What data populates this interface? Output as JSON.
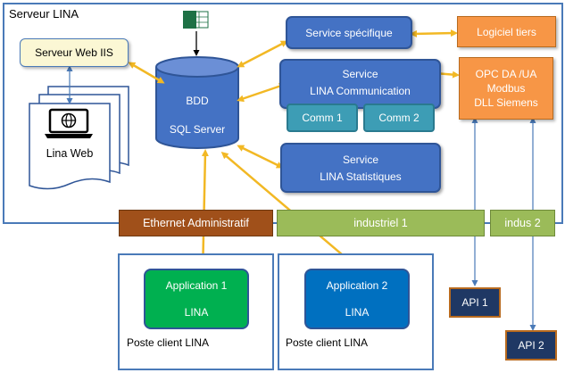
{
  "server": {
    "title": "Serveur LINA"
  },
  "webserver": {
    "label": "Serveur Web IIS"
  },
  "linaweb": {
    "label": "Lina Web"
  },
  "database": {
    "line1": "BDD",
    "line2": "SQL Server"
  },
  "service_specifique": {
    "label": "Service spécifique"
  },
  "service_comm": {
    "line1": "Service",
    "line2": "LINA Communication"
  },
  "comm1": {
    "label": "Comm 1"
  },
  "comm2": {
    "label": "Comm 2"
  },
  "service_stats": {
    "line1": "Service",
    "line2": "LINA Statistiques"
  },
  "logiciel_tiers": {
    "label": "Logiciel tiers"
  },
  "protocols": {
    "line1": "OPC DA /UA",
    "line2": "Modbus",
    "line3": "DLL Siemens"
  },
  "networks": {
    "ethernet_admin": "Ethernet Administratif",
    "industriel1": "industriel 1",
    "indus2": "indus 2"
  },
  "clients": [
    {
      "app_line1": "Application 1",
      "app_line2": "LINA",
      "label": "Poste client LINA"
    },
    {
      "app_line1": "Application 2",
      "app_line2": "LINA",
      "label": "Poste client LINA"
    }
  ],
  "api1": {
    "label": "API 1"
  },
  "api2": {
    "label": "API 2"
  },
  "excel_icon": {
    "glyph": "X"
  },
  "colors": {
    "service_blue": "#4472c4",
    "comm_teal": "#3d9db5",
    "orange": "#f79646",
    "network_green": "#9bbb59",
    "network_brown": "#a0501a",
    "api_navy": "#1f3864",
    "arrow_gold": "#f2b824",
    "frame_blue": "#4a7ab8"
  }
}
